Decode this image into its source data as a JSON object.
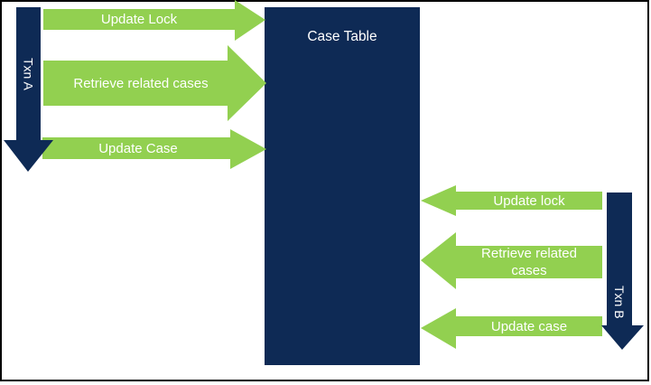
{
  "colors": {
    "navy": "#0e2a55",
    "green": "#92d050",
    "label_text": "#ffffff",
    "border": "#000000",
    "background": "#ffffff"
  },
  "case_table": {
    "label": "Case Table"
  },
  "transactions": {
    "a": {
      "label": "Txn A",
      "direction": "down"
    },
    "b": {
      "label": "Txn B",
      "direction": "down"
    }
  },
  "arrows": {
    "txn_a_to_case_table": [
      {
        "label": "Update Lock",
        "direction": "right"
      },
      {
        "label": "Retrieve related cases",
        "direction": "right"
      },
      {
        "label": "Update Case",
        "direction": "right"
      }
    ],
    "txn_b_to_case_table": [
      {
        "label": "Update lock",
        "direction": "left"
      },
      {
        "label": "Retrieve related cases",
        "direction": "left"
      },
      {
        "label": "Update case",
        "direction": "left"
      }
    ]
  }
}
